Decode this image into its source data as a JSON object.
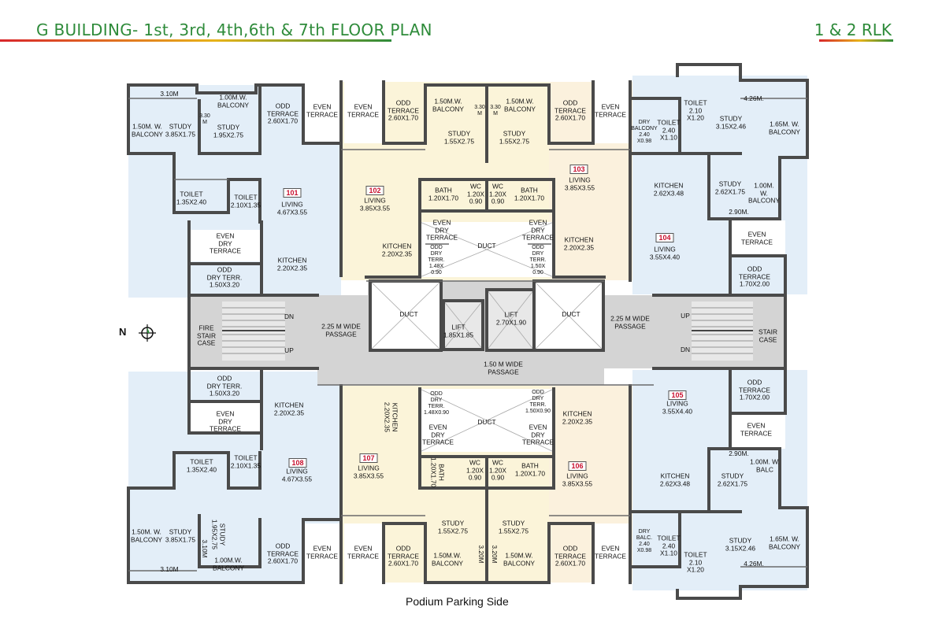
{
  "header": {
    "title": "G BUILDING- 1st, 3rd, 4th,6th & 7th FLOOR PLAN",
    "config": "1 & 2 RLK"
  },
  "footer": {
    "caption": "Podium Parking Side"
  },
  "north_label": "N",
  "colors": {
    "blue_flat": "#e3eef8",
    "yellow_flat": "#fbf4d9",
    "passage": "#d4d4d4",
    "wall": "#4a4a4a",
    "accent": "#2e8b3a"
  },
  "units": [
    "101",
    "102",
    "103",
    "104",
    "105",
    "106",
    "107",
    "108"
  ],
  "rooms": [
    "3.10M",
    "1.00M.W.\nBALCONY",
    "ODD\nTERRACE\n2.60X1.70",
    "EVEN\nTERRACE",
    "1.50M. W.\nBALCONY",
    "STUDY\n3.85X1.75",
    "3.30\nM",
    "STUDY\n1.95X2.75",
    "TOILET\n1.35X2.40",
    "TOILET\n2.10X1.35",
    "LIVING\n4.67X3.55",
    "EVEN\nDRY\nTERRACE",
    "KITCHEN\n2.20X2.35",
    "ODD\nDRY TERR.\n1.50X3.20",
    "EVEN\nTERRACE",
    "ODD\nTERRACE\n2.60X1.70",
    "1.50M.W.\nBALCONY",
    "3.30\nM",
    "STUDY\n1.55X2.75",
    "LIVING\n3.85X3.55",
    "BATH\n1.20X1.70",
    "WC\n1.20X\n0.90",
    "EVEN\nDRY\nTERRACE",
    "ODD\nDRY\nTERR.\n1.48X\n0.90",
    "KITCHEN\n2.20X2.35",
    "DUCT",
    "1.50M.W.\nBALCONY",
    "3.30\nM",
    "STUDY\n1.55X2.75",
    "ODD\nTERRACE\n2.60X1.70",
    "EVEN\nTERRACE",
    "LIVING\n3.85X3.55",
    "WC\n1.20X\n0.90",
    "BATH\n1.20X1.70",
    "EVEN\nDRY\nTERRACE",
    "ODD\nDRY\nTERR.\n1.50X\n0.90",
    "KITCHEN\n2.20X2.35",
    "TOILET\n2.10\nX1.20",
    "4.26M.",
    "STUDY\n3.15X2.46",
    "1.65M. W.\nBALCONY",
    "DRY\nBALCONY\n2.40\nX0.98",
    "TOILET\n2.40\nX1.10",
    "KITCHEN\n2.62X3.48",
    "STUDY\n2.62X1.75",
    "1.00M.\nW.\nBALCONY",
    "2.90M.",
    "LIVING\n3.55X4.40",
    "EVEN\nTERRACE",
    "ODD\nTERRACE\n1.70X2.00",
    "FIRE\nSTAIR\nCASE",
    "DN",
    "UP",
    "2.25 M WIDE\nPASSAGE",
    "DUCT",
    "LIFT\n1.85X1.85",
    "LIFT\n2.70X1.90",
    "DUCT",
    "2.25 M WIDE\nPASSAGE",
    "UP",
    "DN",
    "STAIR\nCASE",
    "1.50 M WIDE\nPASSAGE",
    "ODD\nDRY TERR.\n1.50X3.20",
    "KITCHEN\n2.20X2.35",
    "EVEN\nDRY\nTERRACE",
    "TOILET\n1.35X2.40",
    "TOILET\n2.10X1.35",
    "LIVING\n4.67X3.55",
    "1.50M. W.\nBALCONY",
    "STUDY\n3.85X1.75",
    "STUDY\n1.95X2.75",
    "3.10M",
    "1.00M.W.\nBALCONY",
    "3.10M",
    "ODD\nTERRACE\n2.60X1.70",
    "EVEN\nTERRACE",
    "KITCHEN\n2.20X2.35",
    "ODD\nDRY\nTERR.\n1.48X0.90",
    "EVEN\nDRY\nTERRACE",
    "DUCT",
    "LIVING\n3.85X3.55",
    "BATH\n1.20X1.70",
    "WC\n1.20X\n0.90",
    "STUDY\n1.55X2.75",
    "EVEN\nTERRACE",
    "ODD\nTERRACE\n2.60X1.70",
    "1.50M.W.\nBALCONY",
    "3.20M",
    "ODD\nDRY\nTERR.\n1.50X0.90",
    "KITCHEN\n2.20X2.35",
    "EVEN\nDRY\nTERRACE",
    "WC\n1.20X\n0.90",
    "BATH\n1.20X1.70",
    "LIVING\n3.85X3.55",
    "STUDY\n1.55X2.75",
    "3.20M",
    "1.50M.W.\nBALCONY",
    "ODD\nTERRACE\n2.60X1.70",
    "EVEN\nTERRACE",
    "ODD\nTERRACE\n1.70X2.00",
    "LIVING\n3.55X4.40",
    "EVEN\nTERRACE",
    "2.90M.",
    "1.00M. W.\nBALC",
    "KITCHEN\n2.62X3.48",
    "STUDY\n2.62X1.75",
    "DRY\nBALC.\n2.40\nX0.98",
    "TOILET\n2.40\nX1.10",
    "STUDY\n3.15X2.46",
    "1.65M. W.\nBALCONY",
    "TOILET\n2.10\nX1.20",
    "4.26M."
  ]
}
